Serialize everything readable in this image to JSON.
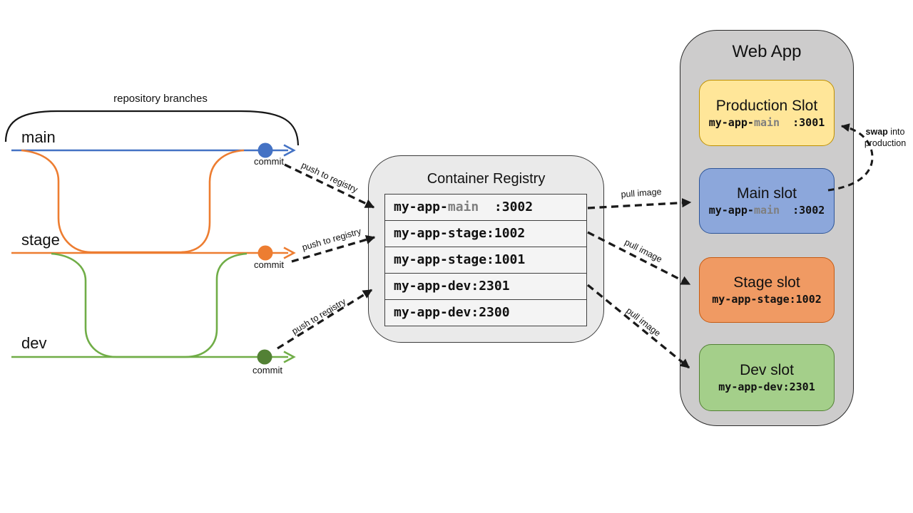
{
  "labels": {
    "repository_branches": "repository branches",
    "commit": "commit",
    "push_to_registry": "push to registry",
    "pull_image": "pull image",
    "swap_bold": "swap",
    "swap_rest": " into",
    "swap_line2": "production"
  },
  "branches": [
    {
      "name": "main"
    },
    {
      "name": "stage"
    },
    {
      "name": "dev"
    }
  ],
  "registry": {
    "title": "Container Registry",
    "rows": [
      {
        "pre": "my-app-",
        "hl": "main",
        "post": "  :3002"
      },
      {
        "pre": "my-app-stage:1002",
        "hl": "",
        "post": ""
      },
      {
        "pre": "my-app-stage:1001",
        "hl": "",
        "post": ""
      },
      {
        "pre": "my-app-dev:2301",
        "hl": "",
        "post": ""
      },
      {
        "pre": "my-app-dev:2300",
        "hl": "",
        "post": ""
      }
    ]
  },
  "webapp": {
    "title": "Web App",
    "slots": [
      {
        "title": "Production Slot",
        "pre": "my-app-",
        "hl": "main",
        "post": "  :3001"
      },
      {
        "title": "Main slot",
        "pre": "my-app-",
        "hl": "main",
        "post": "  :3002"
      },
      {
        "title": "Stage slot",
        "pre": "my-app-stage:1002",
        "hl": "",
        "post": ""
      },
      {
        "title": "Dev slot",
        "pre": "my-app-dev:2301",
        "hl": "",
        "post": ""
      }
    ]
  },
  "colors": {
    "branch_main": "#4472C4",
    "branch_stage": "#ED7D31",
    "branch_dev": "#70AD47",
    "commit_dot_dev": "#538135",
    "arrow": "#1a1a1a",
    "registry_bg": "#EAEAEA",
    "webapp_bg": "#CDCCCC",
    "slot_production_bg": "#FFE699",
    "slot_production_border": "#BF9000",
    "slot_main_bg": "#8CA7DB",
    "slot_main_border": "#2E5597",
    "slot_stage_bg": "#F09A63",
    "slot_stage_border": "#C55A11",
    "slot_dev_bg": "#A4CF8A",
    "slot_dev_border": "#538135",
    "code_highlight": "#7F7F7F"
  }
}
